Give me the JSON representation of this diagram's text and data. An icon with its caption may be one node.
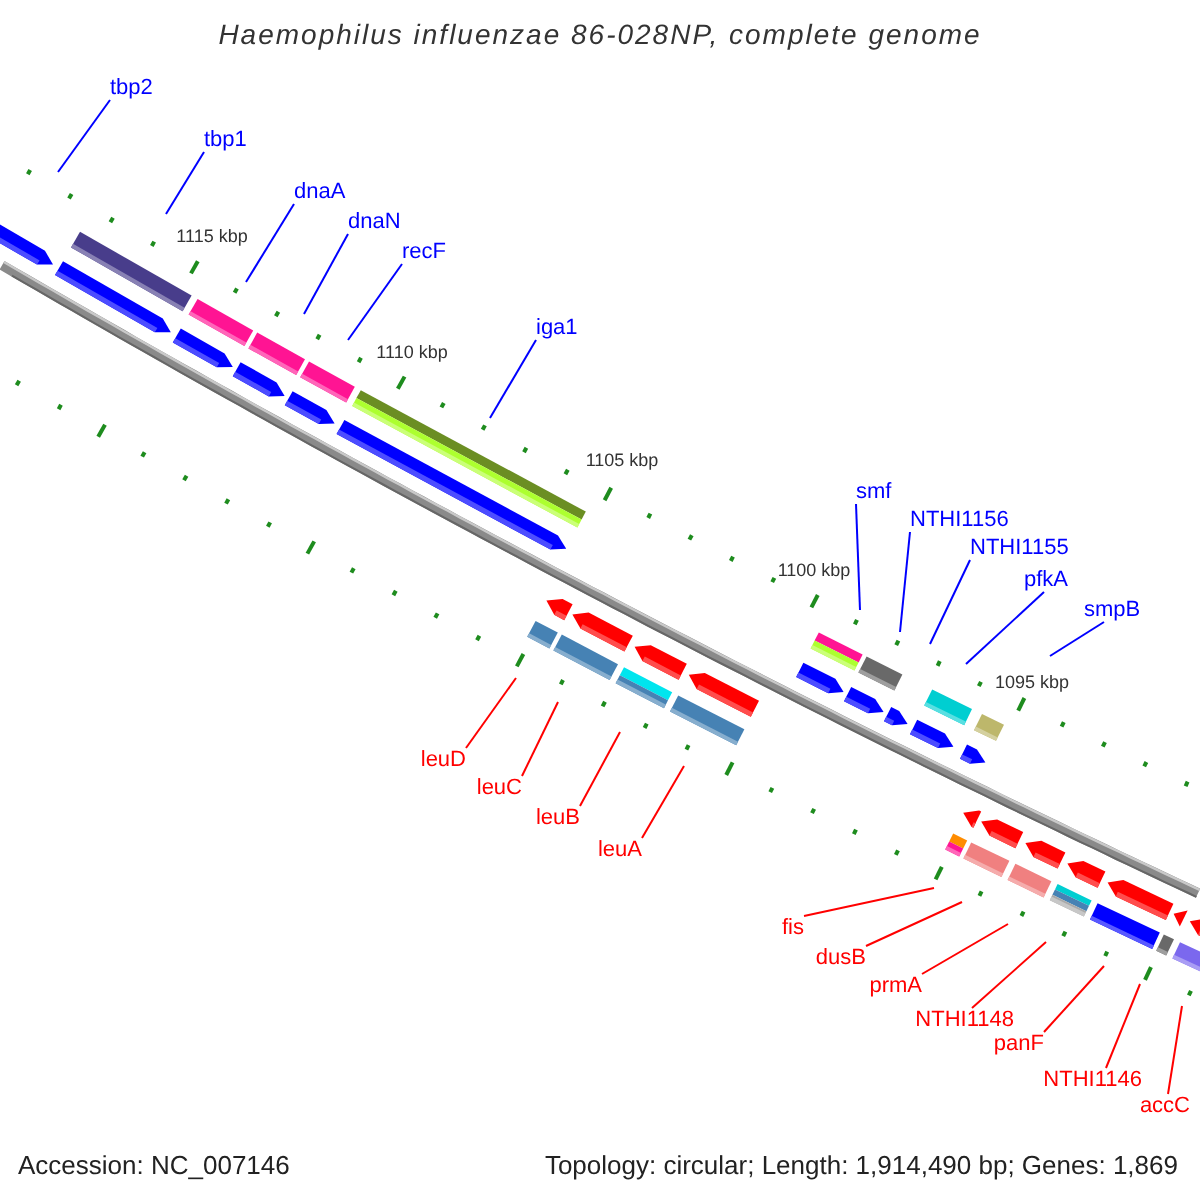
{
  "diagram": {
    "title": "Haemophilus influenzae 86-028NP, complete genome",
    "nodes": [
      {
        "text": [
          "tbp2"
        ]
      },
      {
        "text": [
          "tbp1"
        ]
      },
      {
        "text": [
          "dnaA"
        ]
      },
      {
        "text": [
          "dnaN"
        ]
      },
      {
        "text": [
          "recF"
        ]
      },
      {
        "text": [
          "iga1"
        ]
      },
      {
        "text": [
          "smf"
        ]
      },
      {
        "text": [
          "NTHI1156"
        ]
      },
      {
        "text": [
          "NTHI1155"
        ]
      },
      {
        "text": [
          "pfkA"
        ]
      },
      {
        "text": [
          "smpB"
        ]
      },
      {
        "text": [
          "leuD"
        ]
      },
      {
        "text": [
          "leuC"
        ]
      },
      {
        "text": [
          "leuB"
        ]
      },
      {
        "text": [
          "leuA"
        ]
      },
      {
        "text": [
          "fis"
        ]
      },
      {
        "text": [
          "dusB"
        ]
      },
      {
        "text": [
          "prmA"
        ]
      },
      {
        "text": [
          "NTHI1148"
        ]
      },
      {
        "text": [
          "panF"
        ]
      },
      {
        "text": [
          "NTHI1146"
        ]
      },
      {
        "text": [
          "accC"
        ]
      }
    ],
    "edges": [
      {
        "from": 0,
        "to": null,
        "arrow": "none"
      },
      {
        "from": 1,
        "to": null,
        "arrow": "none"
      },
      {
        "from": 2,
        "to": null,
        "arrow": "none"
      },
      {
        "from": 3,
        "to": null,
        "arrow": "none"
      },
      {
        "from": 4,
        "to": null,
        "arrow": "none"
      },
      {
        "from": 5,
        "to": null,
        "arrow": "none"
      },
      {
        "from": 6,
        "to": null,
        "arrow": "none"
      },
      {
        "from": 7,
        "to": null,
        "arrow": "none"
      },
      {
        "from": 8,
        "to": null,
        "arrow": "none"
      },
      {
        "from": 9,
        "to": null,
        "arrow": "none"
      },
      {
        "from": 10,
        "to": null,
        "arrow": "none"
      },
      {
        "from": 11,
        "to": null,
        "arrow": "none",
        "color": "#ff0000"
      },
      {
        "from": 12,
        "to": null,
        "arrow": "none",
        "color": "#ff0000"
      },
      {
        "from": 13,
        "to": null,
        "arrow": "none",
        "color": "#ff0000"
      },
      {
        "from": 14,
        "to": null,
        "arrow": "none",
        "color": "#ff0000"
      },
      {
        "from": 15,
        "to": null,
        "arrow": "none",
        "color": "#ff0000"
      },
      {
        "from": 16,
        "to": null,
        "arrow": "none",
        "color": "#ff0000"
      },
      {
        "from": 17,
        "to": null,
        "arrow": "none",
        "color": "#ff0000"
      },
      {
        "from": 18,
        "to": null,
        "arrow": "none",
        "color": "#ff0000"
      },
      {
        "from": 19,
        "to": null,
        "arrow": "none",
        "color": "#ff0000"
      },
      {
        "from": 20,
        "to": null,
        "arrow": "none",
        "color": "#ff0000"
      },
      {
        "from": 21,
        "to": null,
        "arrow": "none",
        "color": "#ff0000"
      }
    ],
    "labels": [
      "1115 kbp",
      "1110 kbp",
      "1105 kbp",
      "1100 kbp",
      "1095 kbp",
      "Accession: NC_007146",
      "Topology: circular; Length: 1,914,490 bp; Genes: 1,869"
    ]
  }
}
